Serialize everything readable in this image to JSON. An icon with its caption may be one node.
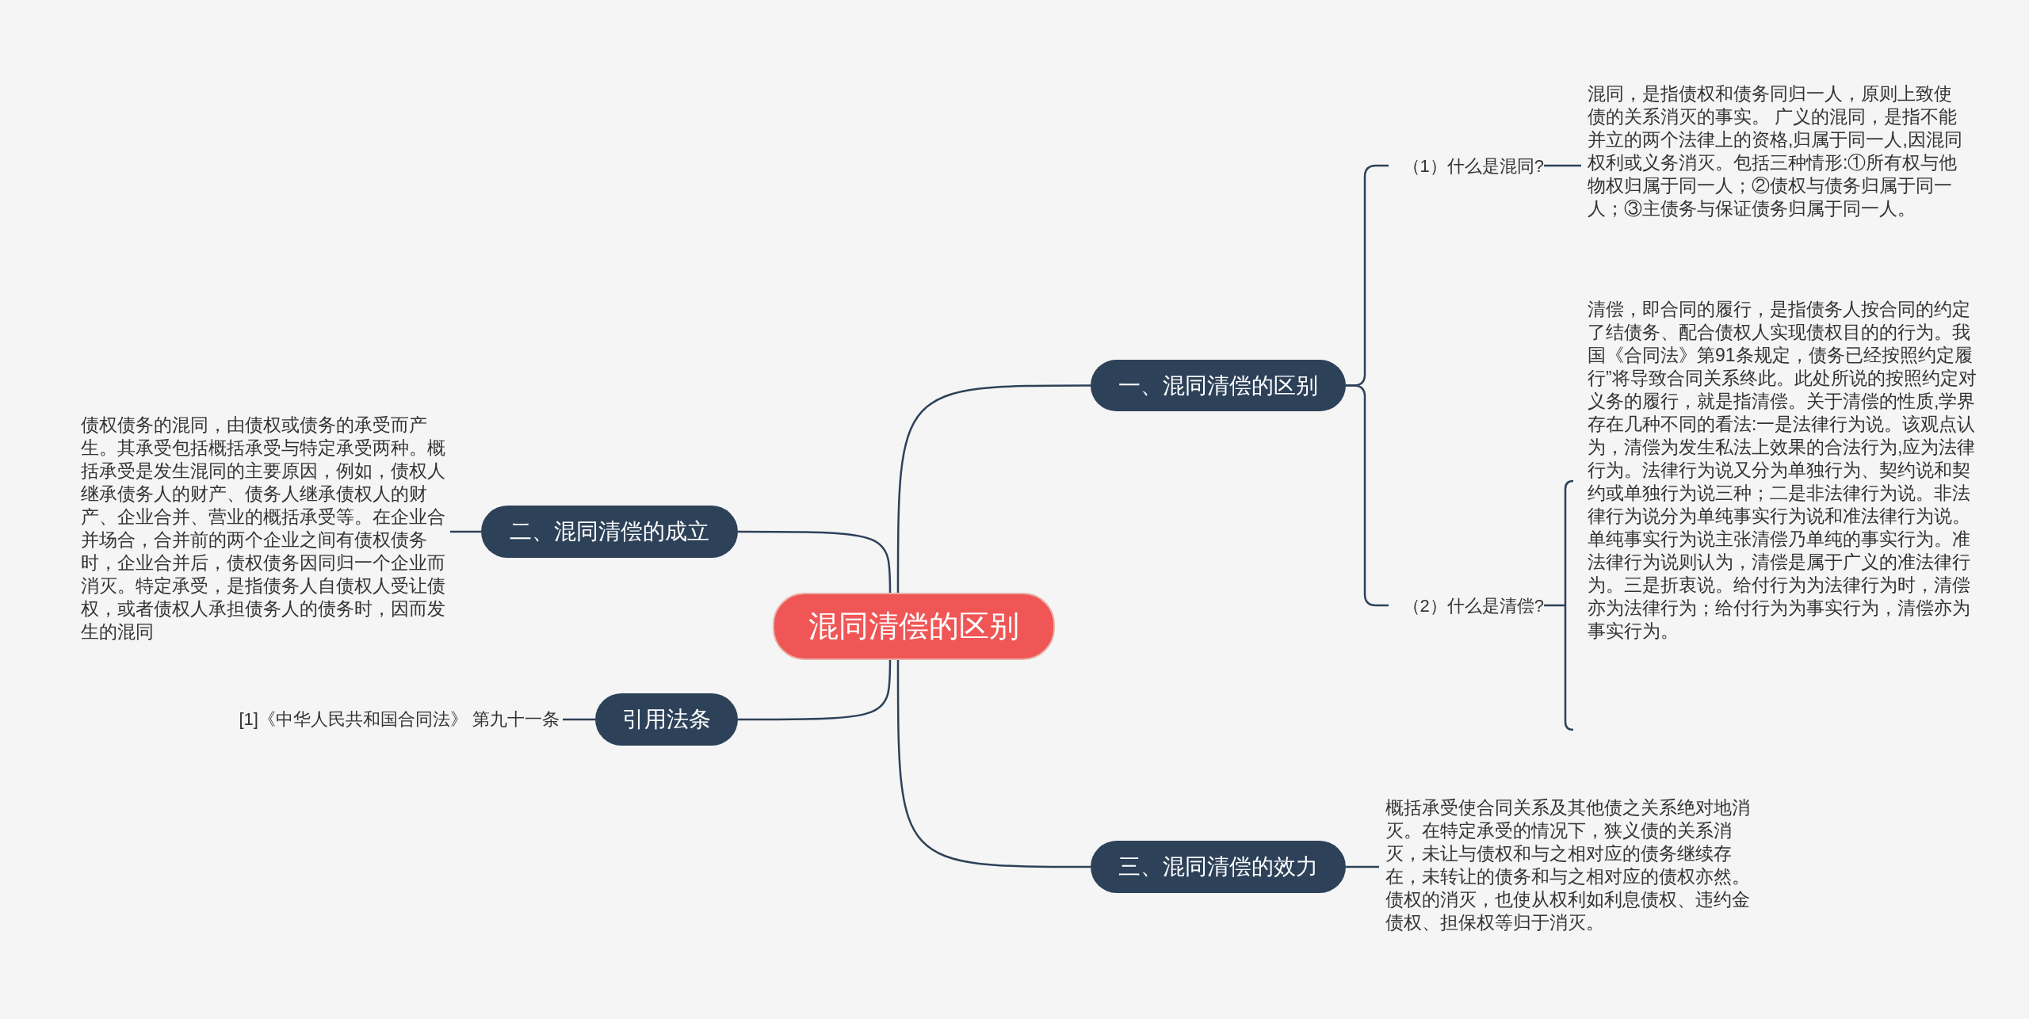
{
  "diagram": {
    "nodes": [
      {
        "text": [
          "混同清偿的区别"
        ]
      },
      {
        "text": [
          "一、混同清偿的区别"
        ]
      },
      {
        "text": [
          "（1）什么是混同?"
        ]
      },
      {
        "text": [
          "混同，是指债权和债务同归一人，原则上致使债的关系消灭的事实。 广义的混同，是指不能并立的两个法律上的资格,归属于同一人,因混同权利或义务消灭。包括三种情形:①所有权与他物权归属于同一人；②债权与债务归属于同一人；③主债务与保证债务归属于同一人。"
        ]
      },
      {
        "text": [
          "（2）什么是清偿?"
        ]
      },
      {
        "text": [
          "清偿，即合同的履行，是指债务人按合同的约定了结债务、配合债权人实现债权目的的行为。我国《合同法》第91条规定，债务已经按照约定履行”将导致合同关系终此。此处所说的按照约定对义务的履行，就是指清偿。关于清偿的性质,学界存在几种不同的看法:一是法律行为说。该观点认为，清偿为发生私法上效果的合法行为,应为法律行为。法律行为说又分为单独行为、契约说和契约或单独行为说三种；二是非法律行为说。非法律行为说分为单纯事实行为说和准法律行为说。单纯事实行为说主张清偿乃单纯的事实行为。准法律行为说则认为，清偿是属于广义的准法律行为。三是折衷说。给付行为为法律行为时，清偿亦为法律行为；给付行为为事实行为，清偿亦为事实行为。"
        ]
      },
      {
        "text": [
          "三、混同清偿的效力"
        ]
      },
      {
        "text": [
          "概括承受使合同关系及其他债之关系绝对地消灭。在特定承受的情况下，狭义债的关系消灭，未让与债权和与之相对应的债务继续存在，未转让的债务和与之相对应的债权亦然。债权的消灭，也使从权利如利息债权、违约金债权、担保权等归于消灭。"
        ]
      },
      {
        "text": [
          "二、混同清偿的成立"
        ]
      },
      {
        "text": [
          "债权债务的混同，由债权或债务的承受而产生。其承受包括概括承受与特定承受两种。概括承受是发生混同的主要原因，例如，债权人继承债务人的财产、债务人继承债权人的财产、企业合并、营业的概括承受等。在企业合并场合，合并前的两个企业之间有债权债务时，企业合并后，债权债务因同归一个企业而消灭。特定承受，是指债务人自债权人受让债权，或者债权人承担债务人的债务时，因而发生的混同"
        ]
      },
      {
        "text": [
          "引用法条"
        ]
      },
      {
        "text": [
          "[1]《中华人民共和国合同法》 第九十一条"
        ]
      }
    ],
    "edges": [
      {
        "from": 0,
        "to": 1,
        "arrow": "none"
      },
      {
        "from": 1,
        "to": 2,
        "arrow": "none"
      },
      {
        "from": 2,
        "to": 3,
        "arrow": "none"
      },
      {
        "from": 1,
        "to": 4,
        "arrow": "none"
      },
      {
        "from": 4,
        "to": 5,
        "arrow": "none"
      },
      {
        "from": 0,
        "to": 6,
        "arrow": "none"
      },
      {
        "from": 6,
        "to": 7,
        "arrow": "none"
      },
      {
        "from": 0,
        "to": 8,
        "arrow": "none"
      },
      {
        "from": 8,
        "to": 9,
        "arrow": "none"
      },
      {
        "from": 0,
        "to": 10,
        "arrow": "none"
      },
      {
        "from": 10,
        "to": 11,
        "arrow": "none"
      }
    ]
  }
}
